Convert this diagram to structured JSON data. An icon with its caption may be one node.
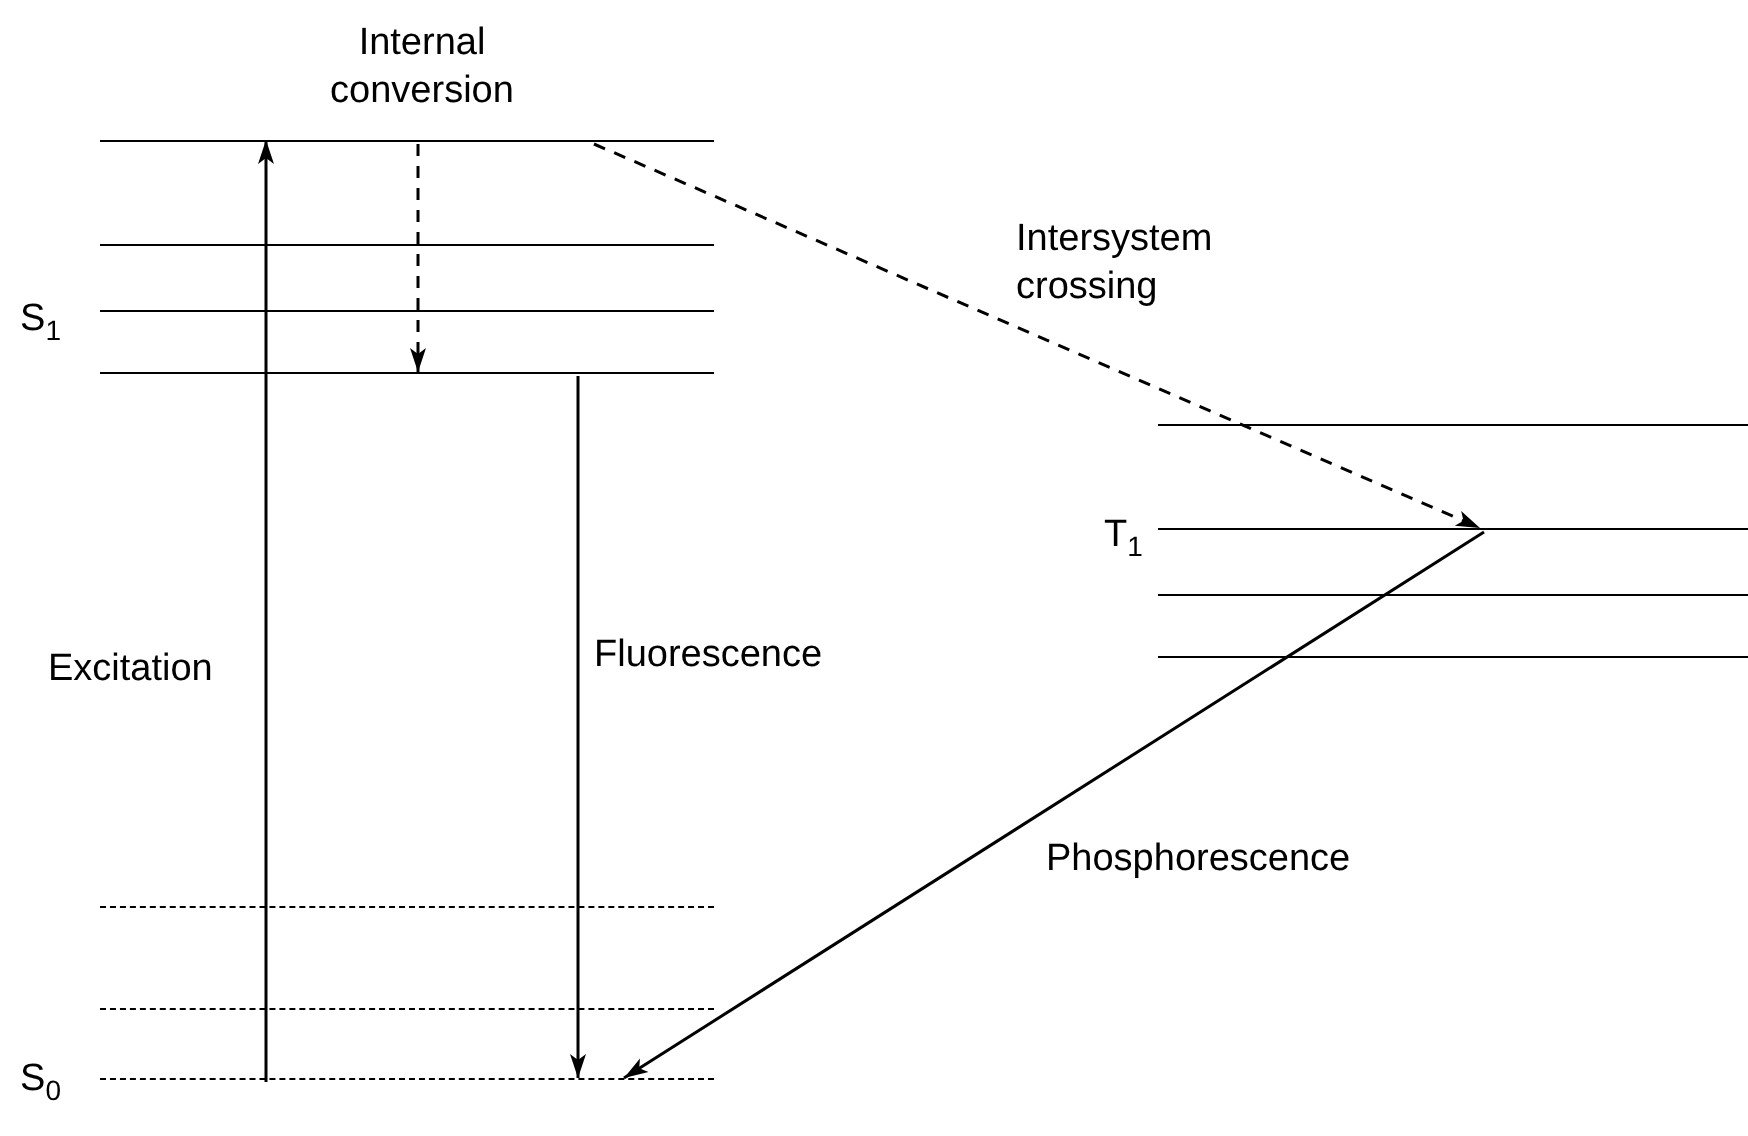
{
  "diagram": {
    "nodes": [
      {
        "text": [],
        "shape": "bar"
      },
      {
        "text": [],
        "shape": "bar"
      },
      {
        "text": [],
        "shape": "bar"
      },
      {
        "text": [],
        "shape": "bar"
      },
      {
        "text": [],
        "shape": "bar"
      },
      {
        "text": [],
        "shape": "bar"
      },
      {
        "text": [],
        "shape": "bar"
      },
      {
        "text": [],
        "shape": "bar"
      },
      {
        "text": [],
        "shape": "bar"
      },
      {
        "text": [],
        "shape": "bar"
      },
      {
        "text": [],
        "shape": "bar"
      }
    ],
    "edges": [
      {
        "from": 10,
        "to": 0,
        "arrow": "to",
        "label": "Excitation"
      },
      {
        "from": 0,
        "to": 3,
        "arrow": "to",
        "label": "Internal conversion",
        "style": "dashed"
      },
      {
        "from": 0,
        "to": 5,
        "arrow": "to",
        "label": "Intersystem crossing",
        "style": "dashed"
      },
      {
        "from": 3,
        "to": 10,
        "arrow": "to",
        "label": "Fluorescence"
      },
      {
        "from": 5,
        "to": 10,
        "arrow": "to",
        "label": "Phosphorescence"
      }
    ],
    "labels": [
      "S$_{1}$",
      "T$_{1}$",
      "S$_{0}$"
    ]
  }
}
